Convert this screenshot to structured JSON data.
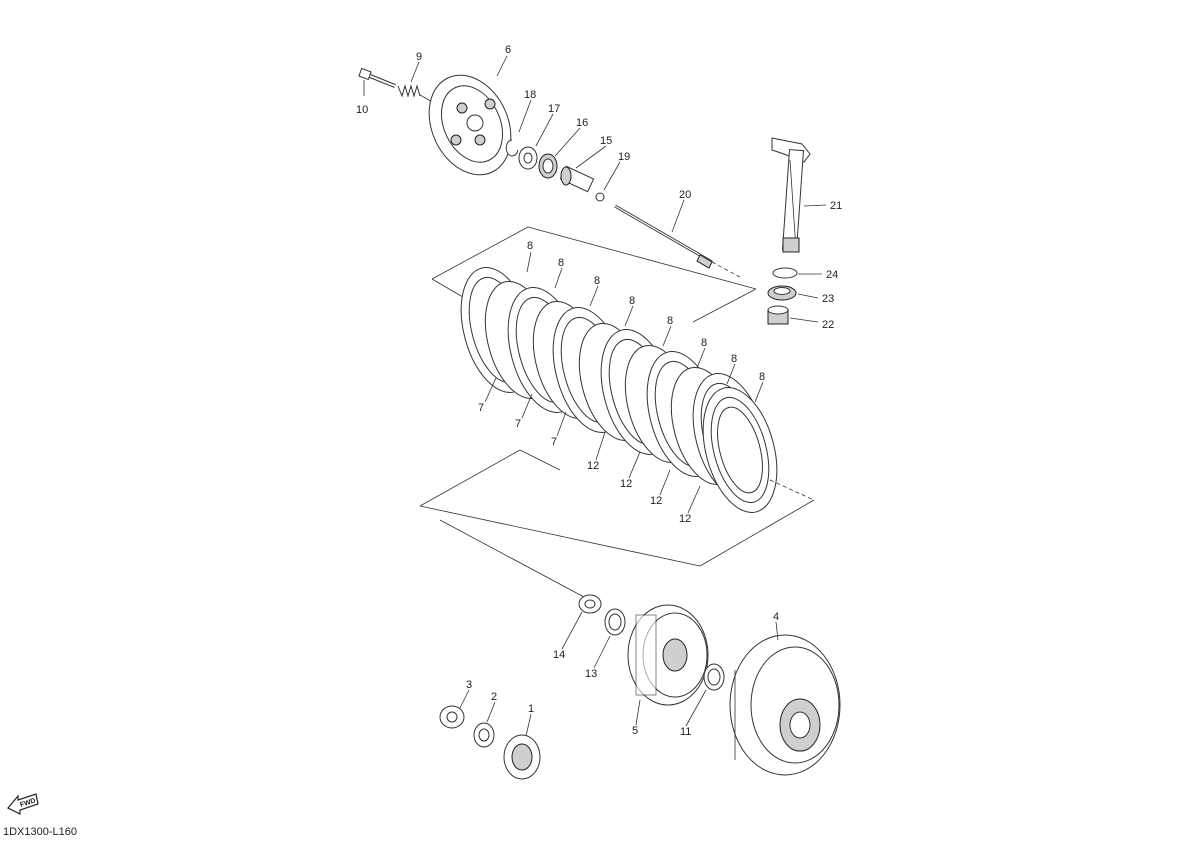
{
  "diagram": {
    "code": "1DX1300-L160",
    "fwd_label": "FWD"
  },
  "callouts": {
    "p1": "1",
    "p2": "2",
    "p3": "3",
    "p4": "4",
    "p5": "5",
    "p6": "6",
    "p7a": "7",
    "p7b": "7",
    "p7c": "7",
    "p8a": "8",
    "p8b": "8",
    "p8c": "8",
    "p8d": "8",
    "p8e": "8",
    "p8f": "8",
    "p8g": "8",
    "p8h": "8",
    "p9": "9",
    "p10": "10",
    "p11": "11",
    "p12a": "12",
    "p12b": "12",
    "p12c": "12",
    "p12d": "12",
    "p13": "13",
    "p14": "14",
    "p15": "15",
    "p16": "16",
    "p17": "17",
    "p18": "18",
    "p19": "19",
    "p20": "20",
    "p21": "21",
    "p22": "22",
    "p23": "23",
    "p24": "24"
  }
}
